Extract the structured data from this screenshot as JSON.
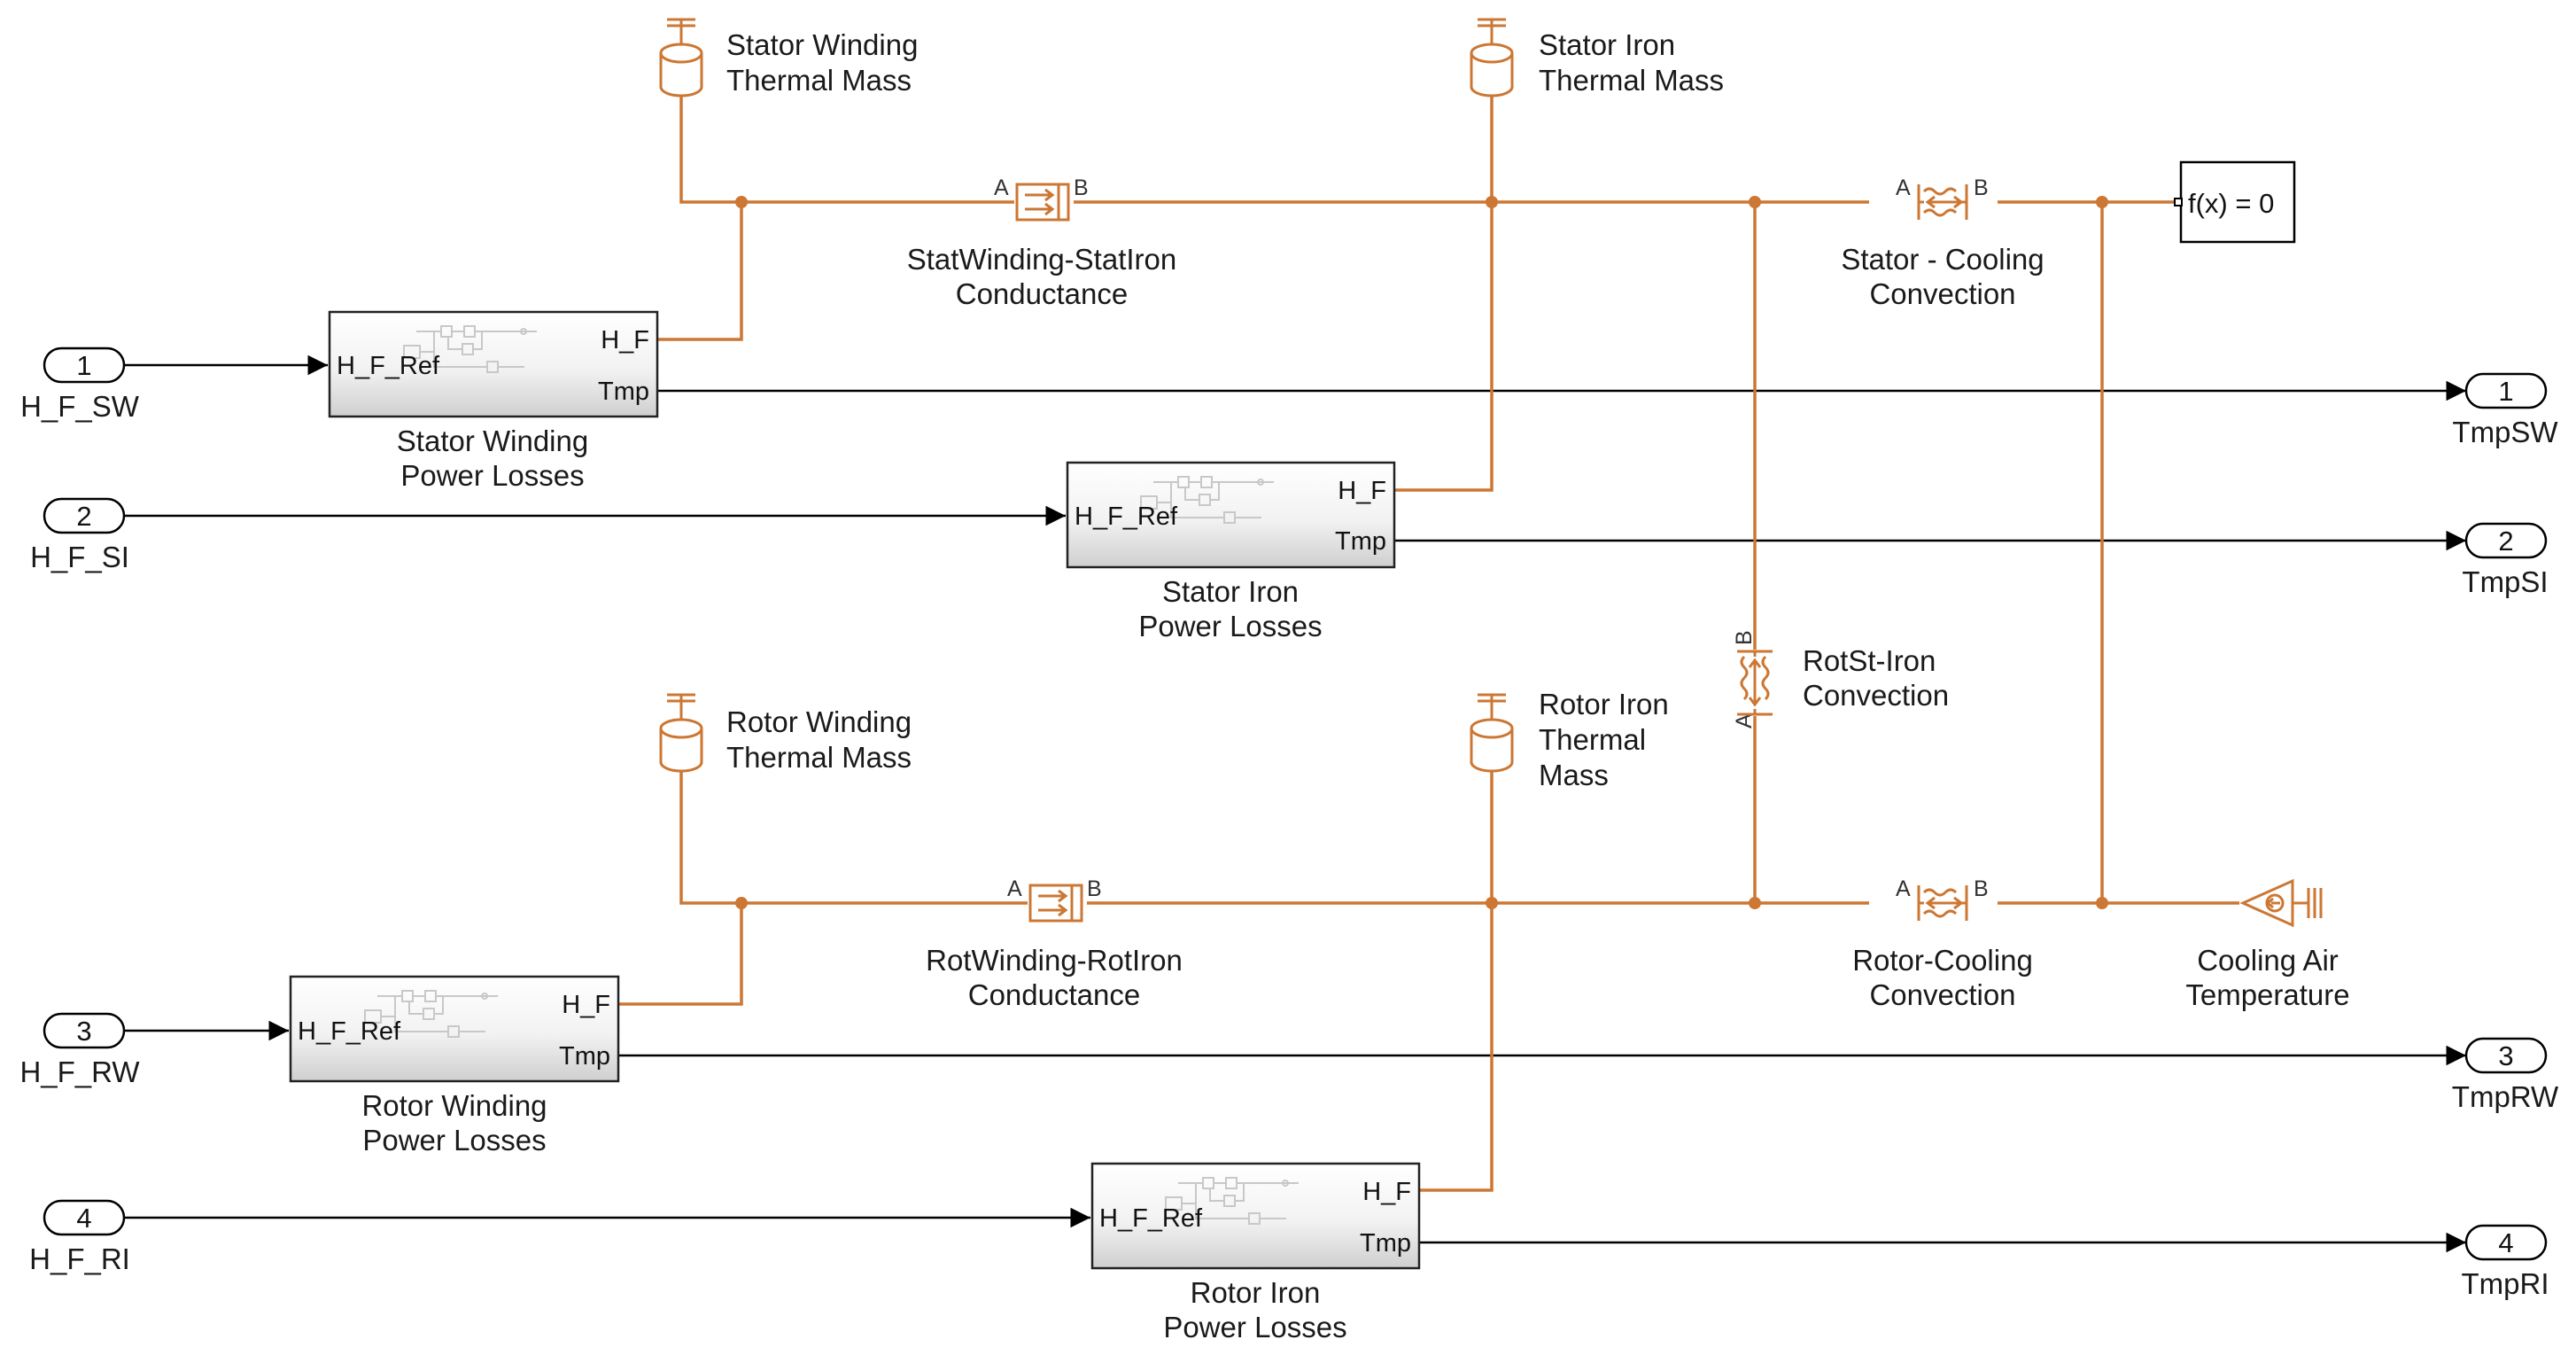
{
  "inports": [
    {
      "num": "1",
      "name": "H_F_SW"
    },
    {
      "num": "2",
      "name": "H_F_SI"
    },
    {
      "num": "3",
      "name": "H_F_RW"
    },
    {
      "num": "4",
      "name": "H_F_RI"
    }
  ],
  "outports": [
    {
      "num": "1",
      "name": "TmpSW"
    },
    {
      "num": "2",
      "name": "TmpSI"
    },
    {
      "num": "3",
      "name": "TmpRW"
    },
    {
      "num": "4",
      "name": "TmpRI"
    }
  ],
  "subsystems": [
    {
      "line1": "Stator Winding",
      "line2": "Power Losses",
      "in_port": "H_F_Ref",
      "out_port_1": "H_F",
      "out_port_2": "Tmp"
    },
    {
      "line1": "Stator Iron",
      "line2": "Power Losses",
      "in_port": "H_F_Ref",
      "out_port_1": "H_F",
      "out_port_2": "Tmp"
    },
    {
      "line1": "Rotor Winding",
      "line2": "Power Losses",
      "in_port": "H_F_Ref",
      "out_port_1": "H_F",
      "out_port_2": "Tmp"
    },
    {
      "line1": "Rotor Iron",
      "line2": "Power Losses",
      "in_port": "H_F_Ref",
      "out_port_1": "H_F",
      "out_port_2": "Tmp"
    }
  ],
  "thermal_masses": [
    {
      "lines": [
        "Stator Winding",
        "Thermal Mass"
      ]
    },
    {
      "lines": [
        "Stator Iron",
        "Thermal Mass"
      ]
    },
    {
      "lines": [
        "Rotor Winding",
        "Thermal Mass"
      ]
    },
    {
      "lines": [
        "Rotor Iron",
        "Thermal",
        "Mass"
      ]
    }
  ],
  "conductances": [
    {
      "line1": "StatWinding-StatIron",
      "line2": "Conductance",
      "port_a": "A",
      "port_b": "B"
    },
    {
      "line1": "RotWinding-RotIron",
      "line2": "Conductance",
      "port_a": "A",
      "port_b": "B"
    }
  ],
  "convections": [
    {
      "line1": "Stator - Cooling",
      "line2": "Convection",
      "port_a": "A",
      "port_b": "B"
    },
    {
      "line1": "Rotor-Cooling",
      "line2": "Convection",
      "port_a": "A",
      "port_b": "B"
    },
    {
      "line1": "RotSt-Iron",
      "line2": "Convection",
      "port_a": "A",
      "port_b": "B"
    }
  ],
  "solver": {
    "label": "f(x) = 0"
  },
  "temperature_source": {
    "line1": "Cooling Air",
    "line2": "Temperature"
  },
  "colors": {
    "physical": "#cc7733",
    "signal": "#000000"
  }
}
